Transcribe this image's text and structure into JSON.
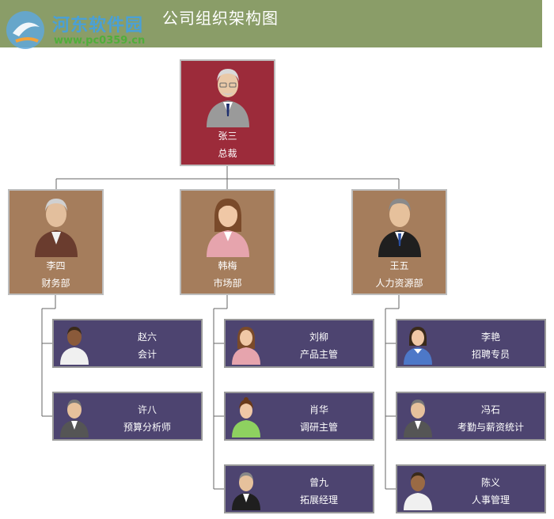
{
  "title": "公司组织架构图",
  "watermark": {
    "site": "河东软件园",
    "url": "www.pc0359.cn"
  },
  "colors": {
    "header": "#8a9d68",
    "ceo": "#9c2b3a",
    "manager": "#a57d5c",
    "employee": "#4d4470",
    "line": "#666666"
  },
  "ceo": {
    "name": "张三",
    "role": "总裁",
    "avatar": "elderly-man-gray-suit"
  },
  "managers": [
    {
      "name": "李四",
      "role": "财务部",
      "avatar": "elderly-man-brown-suit"
    },
    {
      "name": "韩梅",
      "role": "市场部",
      "avatar": "woman-pink"
    },
    {
      "name": "王五",
      "role": "人力资源部",
      "avatar": "man-black-suit"
    }
  ],
  "employees": [
    [
      {
        "name": "赵六",
        "role": "会计",
        "avatar": "man-white-shirt"
      },
      {
        "name": "许八",
        "role": "预算分析师",
        "avatar": "man-gray-suit"
      }
    ],
    [
      {
        "name": "刘柳",
        "role": "产品主管",
        "avatar": "woman-pink"
      },
      {
        "name": "肖华",
        "role": "调研主管",
        "avatar": "woman-green"
      },
      {
        "name": "曾九",
        "role": "拓展经理",
        "avatar": "man-black-suit"
      }
    ],
    [
      {
        "name": "李艳",
        "role": "招聘专员",
        "avatar": "woman-blue"
      },
      {
        "name": "冯石",
        "role": "考勤与薪资统计",
        "avatar": "man-gray-suit"
      },
      {
        "name": "陈义",
        "role": "人事管理",
        "avatar": "man-white-shirt"
      }
    ]
  ]
}
